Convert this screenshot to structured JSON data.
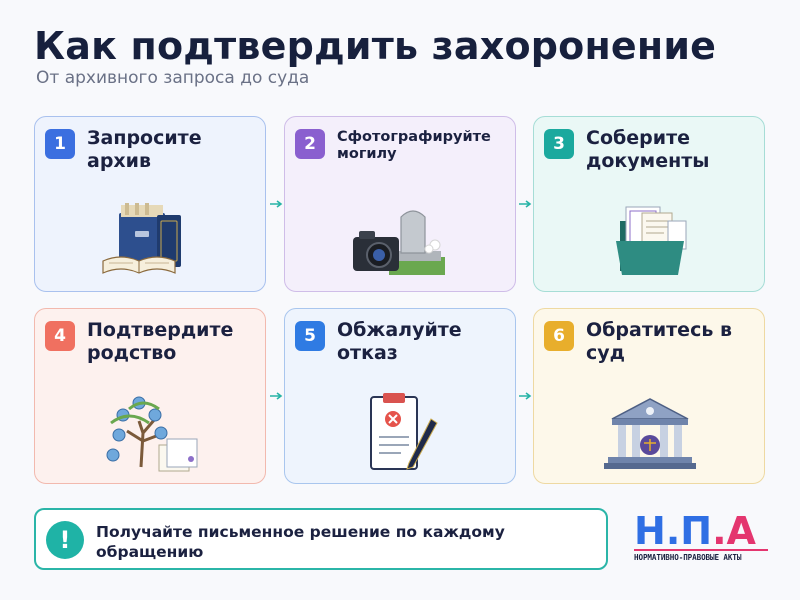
{
  "header": {
    "title": "Как подтвердить захоронение",
    "subtitle": "От архивного запроса до суда"
  },
  "steps": [
    {
      "number": "1",
      "title": "Запросите архив",
      "accent": "#3b6fe0",
      "bg": "#eef3fd",
      "border": "#a9c1ee",
      "icon": "archive-icon"
    },
    {
      "number": "2",
      "title": "Сфотографируйте могилу",
      "accent": "#8a5fcf",
      "bg": "#f4effb",
      "border": "#cfbde8",
      "icon": "grave-camera-icon"
    },
    {
      "number": "3",
      "title": "Соберите документы",
      "accent": "#1ba99e",
      "bg": "#eaf8f6",
      "border": "#a6ddd6",
      "icon": "documents-folder-icon"
    },
    {
      "number": "4",
      "title": "Подтвердите родство",
      "accent": "#f07060",
      "bg": "#fdf1ee",
      "border": "#f2b9ae",
      "icon": "family-tree-icon"
    },
    {
      "number": "5",
      "title": "Обжалуйте отказ",
      "accent": "#2f7be3",
      "bg": "#eef4fd",
      "border": "#a9c6ee",
      "icon": "appeal-document-icon"
    },
    {
      "number": "6",
      "title": "Обратитесь в суд",
      "accent": "#e8ae2c",
      "bg": "#fdf8ea",
      "border": "#eed9a2",
      "icon": "courthouse-icon"
    }
  ],
  "note": {
    "icon_glyph": "!",
    "text": "Получайте письменное решение по каждому обращению"
  },
  "logo": {
    "letters": [
      "Н",
      ".",
      "П",
      ".",
      "А"
    ],
    "caption": "НОРМАТИВНО-ПРАВОВЫЕ АКТЫ",
    "color_blue": "#2f6fe4",
    "color_pink": "#e4366f"
  }
}
